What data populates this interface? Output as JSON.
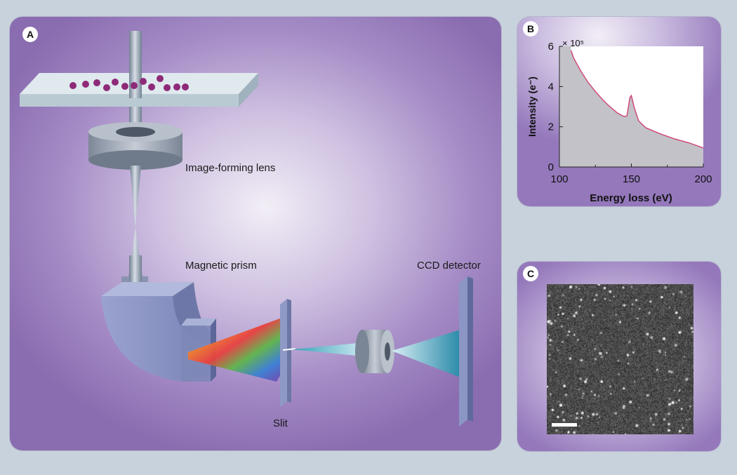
{
  "panel_a": {
    "badge": "A",
    "labels": {
      "lens": "Image-forming lens",
      "prism": "Magnetic prism",
      "detector": "CCD detector",
      "slit": "Slit"
    }
  },
  "panel_b": {
    "badge": "B",
    "chart_data": {
      "type": "area",
      "title": "",
      "xlabel": "Energy loss (eV)",
      "ylabel": "Intensity (e⁻)",
      "y_multiplier": "× 10⁵",
      "xlim": [
        100,
        200
      ],
      "ylim": [
        0,
        6
      ],
      "x_ticks": [
        "100",
        "150",
        "200"
      ],
      "y_ticks": [
        "0",
        "2",
        "4",
        "6"
      ],
      "grid": false,
      "series": [
        {
          "x": [
            108,
            110,
            115,
            120,
            125,
            130,
            135,
            140,
            145,
            147,
            149,
            150,
            152,
            155,
            160,
            170,
            180,
            190,
            200
          ],
          "y": [
            5.8,
            5.4,
            4.75,
            4.2,
            3.75,
            3.35,
            3.0,
            2.7,
            2.5,
            2.55,
            3.45,
            3.55,
            2.95,
            2.3,
            1.95,
            1.65,
            1.4,
            1.2,
            0.95
          ]
        }
      ]
    }
  },
  "panel_c": {
    "badge": "C"
  },
  "colors": {
    "curve": "#d04a78",
    "area_fill": "#c2c2c8",
    "particles": "#8e2a78"
  }
}
